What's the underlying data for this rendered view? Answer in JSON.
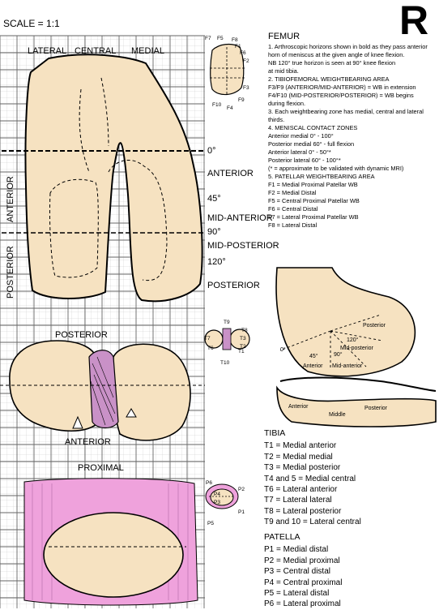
{
  "header": {
    "scale": "SCALE = 1:1",
    "side_letter": "R"
  },
  "femur_chart": {
    "top_labels": [
      "LATERAL",
      "CENTRAL",
      "MEDIAL"
    ],
    "side_labels": [
      "ANTERIOR",
      "POSTERIOR"
    ],
    "angle_labels": [
      "0°",
      "ANTERIOR",
      "45°",
      "MID-ANTERIOR",
      "90°",
      "MID-POSTERIOR",
      "120°",
      "POSTERIOR"
    ]
  },
  "femur_patella_map_labels": [
    "F7",
    "F5",
    "F8",
    "F1",
    "F6",
    "F2",
    "F3",
    "F10",
    "F4",
    "F9"
  ],
  "tibia_chart": {
    "top_label": "POSTERIOR",
    "bottom_label": "ANTERIOR"
  },
  "tibia_map_labels": [
    "T9",
    "T8",
    "T3",
    "T7",
    "T2",
    "T1",
    "T6",
    "T10"
  ],
  "patella_chart": {
    "top_label": "PROXIMAL"
  },
  "patella_map_labels": [
    "P6",
    "P4",
    "P2",
    "P3",
    "P1",
    "P5"
  ],
  "femur_notes": {
    "title": "FEMUR",
    "lines": [
      "1. Arthroscopic horizons shown in bold as they pass anterior",
      "   horn of meniscus at the given angle of knee flexion.",
      "   NB 120° true horizon is seen at 90° knee flexion",
      "   at mid tibia.",
      "2. TIBIOFEMORAL WEIGHTBEARING AREA",
      "   F3/F9 (ANTERIOR/MID-ANTERIOR) = WB in extension",
      "   F4/F10 (MID-POSTERIOR/POSTERIOR) = WB begins",
      "   during flexion.",
      "3. Each weightbearing zone has medial, central and lateral",
      "   thirds.",
      "4. MENISCAL CONTACT ZONES",
      "   Anterior medial   0° - 100°",
      "   Posterior medial   60° - full flexion",
      "   Anterior lateral   0° - 50°*",
      "   Posterior lateral   60° - 100°*",
      "   (* = approximate to be validated with dynamic MRI)",
      "5. PATELLAR WEIGHTBEARING AREA",
      "   F1 = Medial Proximal Patellar WB",
      "   F2 = Medial Distal",
      "   F5 = Central Proximal Patellar WB",
      "   F6 = Central Distal",
      "   F7 = Lateral Proximal Patellar WB",
      "   F8 = Lateral Distal"
    ]
  },
  "knee_diagram": {
    "labels": [
      "0°",
      "Posterior",
      "120°",
      "Mid-posterior",
      "45°",
      "90°",
      "Anterior",
      "Mid-anterior",
      "Anterior",
      "Middle",
      "Posterior"
    ]
  },
  "tibia_key": {
    "title": "TIBIA",
    "items": [
      "T1 = Medial anterior",
      "T2 = Medial medial",
      "T3 = Medial posterior",
      "T4 and 5 = Medial central",
      "T6 = Lateral anterior",
      "T7 = Lateral lateral",
      "T8 = Lateral posterior",
      "T9 and 10 = Lateral central"
    ]
  },
  "patella_key": {
    "title": "PATELLA",
    "items": [
      "P1 = Medial distal",
      "P2 = Medial proximal",
      "P3 = Central distal",
      "P4 = Central proximal",
      "P5 = Lateral distal",
      "P6 = Lateral proximal"
    ]
  },
  "colors": {
    "bone": "#f5e1bf",
    "cartilage": "#ef9fdc",
    "ligament": "#c890c6",
    "grid": "#777777"
  }
}
